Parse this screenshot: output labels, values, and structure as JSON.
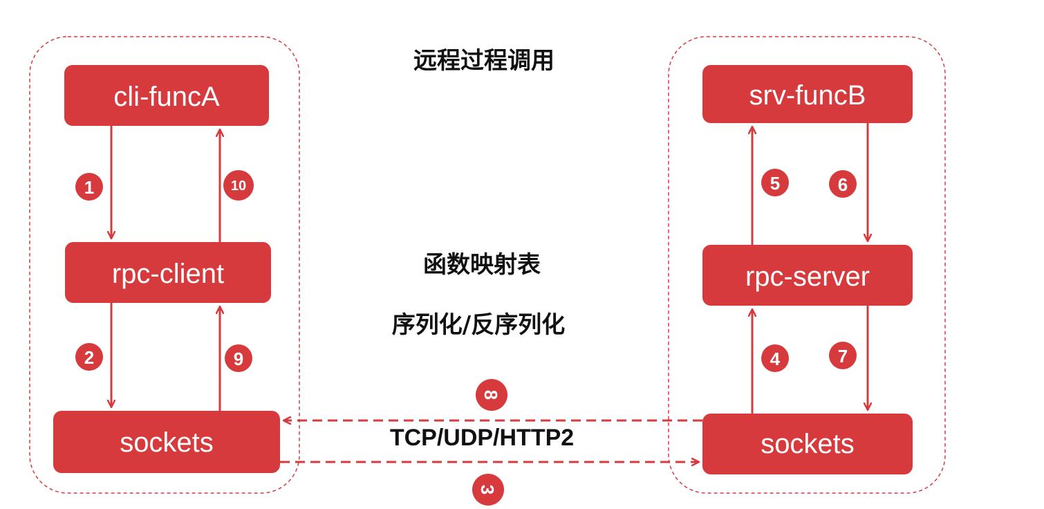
{
  "colors": {
    "accent": "#d63a3c",
    "text": "#111111",
    "box_text": "#ffffff"
  },
  "title": "远程过程调用",
  "center_labels": {
    "mapping": "函数映射表",
    "serialization": "序列化/反序列化",
    "protocol": "TCP/UDP/HTTP2"
  },
  "client": {
    "func": "cli-funcA",
    "rpc": "rpc-client",
    "sockets": "sockets"
  },
  "server": {
    "func": "srv-funcB",
    "rpc": "rpc-server",
    "sockets": "sockets"
  },
  "steps": [
    "1",
    "2",
    "3",
    "4",
    "5",
    "6",
    "7",
    "8",
    "9",
    "10"
  ]
}
